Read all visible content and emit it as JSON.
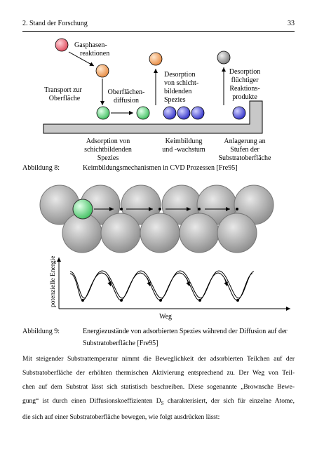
{
  "header": {
    "chapter": "2. Stand der Forschung",
    "page_number": "33"
  },
  "figure8": {
    "labels": {
      "gasphasen": [
        "Gasphasen-",
        "reaktionen"
      ],
      "transport": [
        "Transport zur",
        "Oberfläche"
      ],
      "diffusion": [
        "Oberflächen-",
        "diffusion"
      ],
      "desorption_spezies": [
        "Desorption",
        "von schicht-",
        "bildenden",
        "Spezies"
      ],
      "desorption_produkte": [
        "Desorption",
        "flüchtiger",
        "Reaktions-",
        "produkte"
      ],
      "adsorption": [
        "Adsorption von",
        "schichtbildenden",
        "Spezies"
      ],
      "keimbildung": [
        "Keimbildung",
        "und -wachstum"
      ],
      "anlagerung": [
        "Anlagerung an",
        "Stufen der",
        "Substratoberfläche"
      ]
    },
    "colors": {
      "red": "#e85a6a",
      "orange": "#f0a060",
      "green": "#70d88a",
      "blue": "#5a5ae0",
      "gray": "#9a9a9a",
      "substrate": "#c8c8c8"
    },
    "caption_label": "Abbildung 8:",
    "caption_text": "Keimbildungsmechanismen in CVD Prozessen [Fre95]"
  },
  "figure9": {
    "ylabel": "potenzielle Energie",
    "xlabel": "Weg",
    "colors": {
      "sphere": "#a8a8a8",
      "adatom": "#70d88a"
    },
    "caption_label": "Abbildung 9:",
    "caption_text": [
      "Energiezustände von adsorbierten Spezies während der Diffusion auf der",
      "Substratoberfläche [Fre95]"
    ]
  },
  "paragraph": [
    "Mit steigender Substrattemperatur nimmt die Beweglichkeit der adsorbierten Teilchen auf der",
    "Substratoberfläche der erhöhten thermischen Aktivierung entsprechend zu. Der Weg von Teil-",
    "chen auf dem Substrat lässt sich statistisch beschreiben. Diese sogenannte „Brownsche Bewe-",
    "gung“ ist durch einen Diffusionskoeffizienten D",
    "S",
    " charakterisiert, der sich für einzelne Atome,",
    "die sich auf einer Substratoberfläche bewegen, wie folgt ausdrücken lässt:"
  ]
}
